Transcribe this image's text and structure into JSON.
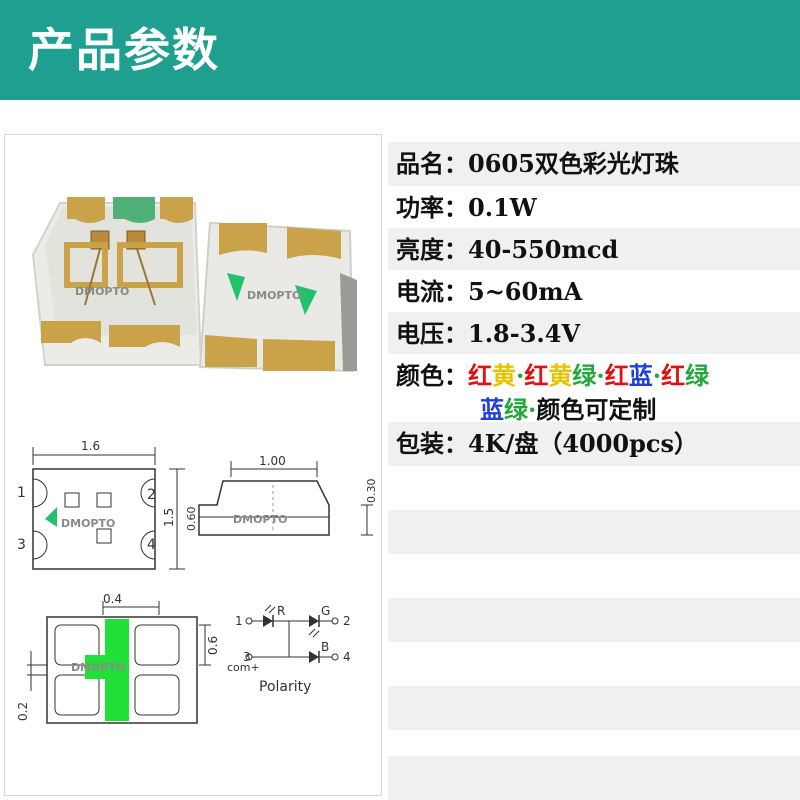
{
  "header": {
    "title": "产品参数"
  },
  "watermark": "DMOPTO",
  "diagram": {
    "top_width": "1.6",
    "side_height": "1.5",
    "inner_height": "0.60",
    "pin1": "1",
    "pin2": "2",
    "pin3": "3",
    "pin4": "4",
    "profile_width": "1.00",
    "profile_height": "0.30",
    "pad_width": "0.4",
    "pad_height": "0.6",
    "pad_gap": "0.2"
  },
  "polarity": {
    "pin1": "1",
    "pin2": "2",
    "pin3": "3",
    "pin4": "4",
    "r": "R",
    "g": "G",
    "b": "B",
    "com": "com+",
    "label": "Polarity"
  },
  "specs": {
    "name_label": "品名：",
    "name_value": "0605双色彩光灯珠",
    "power_label": "功率：",
    "power_value": "0.1W",
    "brightness_label": "亮度：",
    "brightness_value": "40-550mcd",
    "current_label": "电流：",
    "current_value": "5~60mA",
    "voltage_label": "电压：",
    "voltage_value": "1.8-3.4V",
    "color_label": "颜色：",
    "color_line1": [
      "红",
      "黄",
      "·",
      "红",
      "黄",
      "绿",
      "·",
      "红",
      "蓝",
      "·",
      "红",
      "绿"
    ],
    "color_line2": [
      "蓝",
      "绿",
      "·",
      "颜色可定制"
    ],
    "package_label": "包装：",
    "package_value": "4K/盘（4000pcs）"
  },
  "colors": {
    "header_bg": "#1f9f8f",
    "red": "#e01010",
    "yellow": "#e6c300",
    "green": "#22a83a",
    "blue": "#1f3fd8",
    "pad_gold": "#c9a24a",
    "marker_green": "#25c06a"
  }
}
